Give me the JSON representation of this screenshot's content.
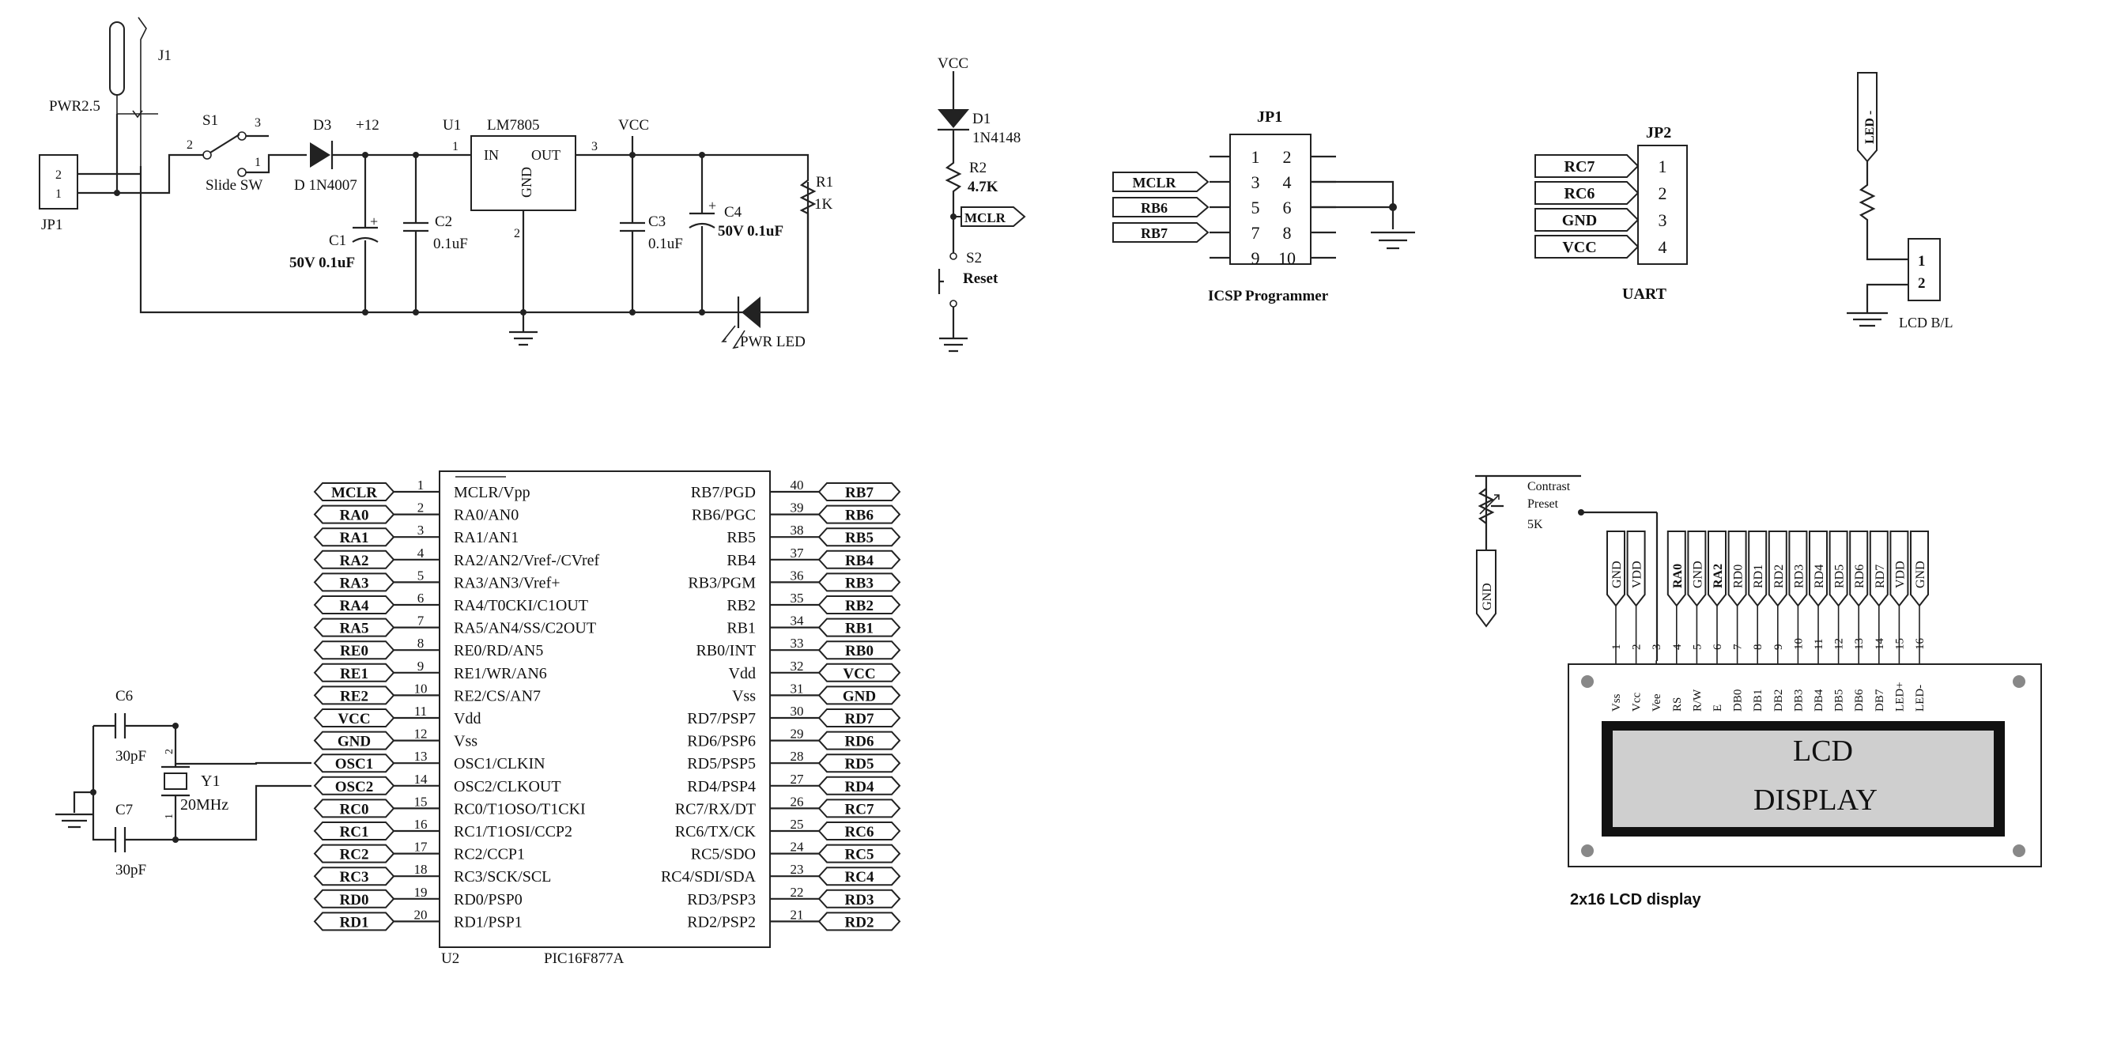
{
  "power_supply": {
    "jack_ref": "J1",
    "jack_label": "PWR2.5",
    "header_ref": "JP1",
    "header_pin1": "1",
    "header_pin2": "2",
    "switch_ref": "S1",
    "switch_name": "Slide SW",
    "switch_pin1": "1",
    "switch_pin2": "2",
    "switch_pin3": "3",
    "diode_ref": "D3",
    "diode_part": "D 1N4007",
    "plus12": "+12",
    "reg_ref": "U1",
    "reg_part": "LM7805",
    "reg_in": "IN",
    "reg_out": "OUT",
    "reg_gnd": "GND",
    "reg_pin1": "1",
    "reg_pin2": "2",
    "reg_pin3": "3",
    "vcc": "VCC",
    "c1_ref": "C1",
    "c1_val": "50V 0.1uF",
    "c2_ref": "C2",
    "c2_val": "0.1uF",
    "c3_ref": "C3",
    "c3_val": "0.1uF",
    "c4_ref": "C4",
    "c4_val": "50V 0.1uF",
    "r1_ref": "R1",
    "r1_val": "1K",
    "led_label": "PWR LED",
    "plus_sign": "+"
  },
  "reset": {
    "vcc": "VCC",
    "d1_ref": "D1",
    "d1_part": "1N4148",
    "r2_ref": "R2",
    "r2_val": "4.7K",
    "mclr": "MCLR",
    "s2_ref": "S2",
    "s2_name": "Reset"
  },
  "icsp": {
    "ref": "JP1",
    "title": "ICSP Programmer",
    "pins": [
      [
        "1",
        "2"
      ],
      [
        "3",
        "4"
      ],
      [
        "5",
        "6"
      ],
      [
        "7",
        "8"
      ],
      [
        "9",
        "10"
      ]
    ],
    "tags": [
      "MCLR",
      "RB6",
      "RB7"
    ]
  },
  "uart": {
    "ref": "JP2",
    "title": "UART",
    "labels": [
      "RC7",
      "RC6",
      "GND",
      "VCC"
    ],
    "pins": [
      "1",
      "2",
      "3",
      "4"
    ]
  },
  "backlight": {
    "led_tag": "LED -",
    "pins": [
      "1",
      "2"
    ],
    "title": "LCD B/L"
  },
  "mcu": {
    "ref": "U2",
    "part": "PIC16F877A",
    "left_pins": [
      {
        "num": "1",
        "name": "MCLR/Vpp",
        "tag": "MCLR"
      },
      {
        "num": "2",
        "name": "RA0/AN0",
        "tag": "RA0"
      },
      {
        "num": "3",
        "name": "RA1/AN1",
        "tag": "RA1"
      },
      {
        "num": "4",
        "name": "RA2/AN2/Vref-/CVref",
        "tag": "RA2"
      },
      {
        "num": "5",
        "name": "RA3/AN3/Vref+",
        "tag": "RA3"
      },
      {
        "num": "6",
        "name": "RA4/T0CKI/C1OUT",
        "tag": "RA4"
      },
      {
        "num": "7",
        "name": "RA5/AN4/SS/C2OUT",
        "tag": "RA5"
      },
      {
        "num": "8",
        "name": "RE0/RD/AN5",
        "tag": "RE0"
      },
      {
        "num": "9",
        "name": "RE1/WR/AN6",
        "tag": "RE1"
      },
      {
        "num": "10",
        "name": "RE2/CS/AN7",
        "tag": "RE2"
      },
      {
        "num": "11",
        "name": "Vdd",
        "tag": "VCC"
      },
      {
        "num": "12",
        "name": "Vss",
        "tag": "GND"
      },
      {
        "num": "13",
        "name": "OSC1/CLKIN",
        "tag": "OSC1"
      },
      {
        "num": "14",
        "name": "OSC2/CLKOUT",
        "tag": "OSC2"
      },
      {
        "num": "15",
        "name": "RC0/T1OSO/T1CKI",
        "tag": "RC0"
      },
      {
        "num": "16",
        "name": "RC1/T1OSI/CCP2",
        "tag": "RC1"
      },
      {
        "num": "17",
        "name": "RC2/CCP1",
        "tag": "RC2"
      },
      {
        "num": "18",
        "name": "RC3/SCK/SCL",
        "tag": "RC3"
      },
      {
        "num": "19",
        "name": "RD0/PSP0",
        "tag": "RD0"
      },
      {
        "num": "20",
        "name": "RD1/PSP1",
        "tag": "RD1"
      }
    ],
    "right_pins": [
      {
        "num": "40",
        "name": "RB7/PGD",
        "tag": "RB7"
      },
      {
        "num": "39",
        "name": "RB6/PGC",
        "tag": "RB6"
      },
      {
        "num": "38",
        "name": "RB5",
        "tag": "RB5"
      },
      {
        "num": "37",
        "name": "RB4",
        "tag": "RB4"
      },
      {
        "num": "36",
        "name": "RB3/PGM",
        "tag": "RB3"
      },
      {
        "num": "35",
        "name": "RB2",
        "tag": "RB2"
      },
      {
        "num": "34",
        "name": "RB1",
        "tag": "RB1"
      },
      {
        "num": "33",
        "name": "RB0/INT",
        "tag": "RB0"
      },
      {
        "num": "32",
        "name": "Vdd",
        "tag": "VCC"
      },
      {
        "num": "31",
        "name": "Vss",
        "tag": "GND"
      },
      {
        "num": "30",
        "name": "RD7/PSP7",
        "tag": "RD7"
      },
      {
        "num": "29",
        "name": "RD6/PSP6",
        "tag": "RD6"
      },
      {
        "num": "28",
        "name": "RD5/PSP5",
        "tag": "RD5"
      },
      {
        "num": "27",
        "name": "RD4/PSP4",
        "tag": "RD4"
      },
      {
        "num": "26",
        "name": "RC7/RX/DT",
        "tag": "RC7"
      },
      {
        "num": "25",
        "name": "RC6/TX/CK",
        "tag": "RC6"
      },
      {
        "num": "24",
        "name": "RC5/SDO",
        "tag": "RC5"
      },
      {
        "num": "23",
        "name": "RC4/SDI/SDA",
        "tag": "RC4"
      },
      {
        "num": "22",
        "name": "RD3/PSP3",
        "tag": "RD3"
      },
      {
        "num": "21",
        "name": "RD2/PSP2",
        "tag": "RD2"
      }
    ]
  },
  "crystal": {
    "c6_ref": "C6",
    "c6_val": "30pF",
    "c7_ref": "C7",
    "c7_val": "30pF",
    "y1_ref": "Y1",
    "y1_val": "20MHz",
    "pin1": "1",
    "pin2": "2"
  },
  "lcd": {
    "contrast_line1": "Contrast",
    "contrast_line2": "Preset",
    "contrast_val": "5K",
    "gnd_tag": "GND",
    "top_tags": [
      "GND",
      "VDD",
      "",
      "RA0",
      "GND",
      "RA2",
      "RD0",
      "RD1",
      "RD2",
      "RD3",
      "RD4",
      "RD5",
      "RD6",
      "RD7",
      "VDD",
      "GND"
    ],
    "pin_nums": [
      "1",
      "2",
      "3",
      "4",
      "5",
      "6",
      "7",
      "8",
      "9",
      "10",
      "11",
      "12",
      "13",
      "14",
      "15",
      "16"
    ],
    "pin_names": [
      "Vss",
      "Vcc",
      "Vee",
      "RS",
      "R/W",
      "E",
      "DB0",
      "DB1",
      "DB2",
      "DB3",
      "DB4",
      "DB5",
      "DB6",
      "DB7",
      "LED+",
      "LED-"
    ],
    "screen_line1": "LCD",
    "screen_line2": "DISPLAY",
    "caption": "2x16 LCD display"
  }
}
